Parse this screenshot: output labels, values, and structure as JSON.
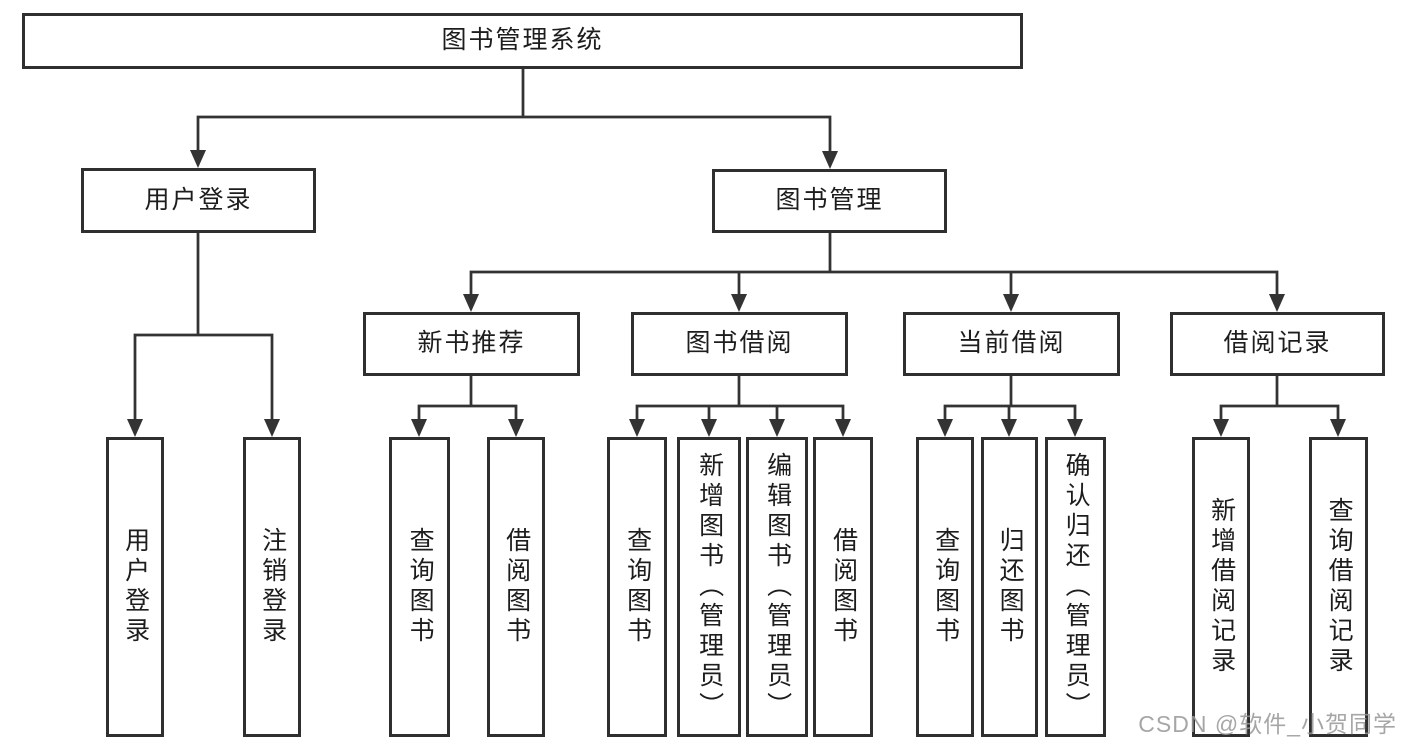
{
  "diagram_title": "图书管理系统",
  "colors": {
    "line": "#333333",
    "border": "#2f2f2f",
    "text": "#1d1d1d",
    "watermark": "#969696",
    "background": "#ffffff"
  },
  "tree": {
    "label": "图书管理系统",
    "children": [
      {
        "label": "用户登录",
        "children": [
          {
            "label": "用户登录"
          },
          {
            "label": "注销登录"
          }
        ]
      },
      {
        "label": "图书管理",
        "children": [
          {
            "label": "新书推荐",
            "children": [
              {
                "label": "查询图书"
              },
              {
                "label": "借阅图书"
              }
            ]
          },
          {
            "label": "图书借阅",
            "children": [
              {
                "label": "查询图书"
              },
              {
                "label": "新增图书（管理员）"
              },
              {
                "label": "编辑图书（管理员）"
              },
              {
                "label": "借阅图书"
              }
            ]
          },
          {
            "label": "当前借阅",
            "children": [
              {
                "label": "查询图书"
              },
              {
                "label": "归还图书"
              },
              {
                "label": "确认归还（管理员）"
              }
            ]
          },
          {
            "label": "借阅记录",
            "children": [
              {
                "label": "新增借阅记录"
              },
              {
                "label": "查询借阅记录"
              }
            ]
          }
        ]
      }
    ]
  },
  "watermark": "CSDN @软件_小贺同学"
}
